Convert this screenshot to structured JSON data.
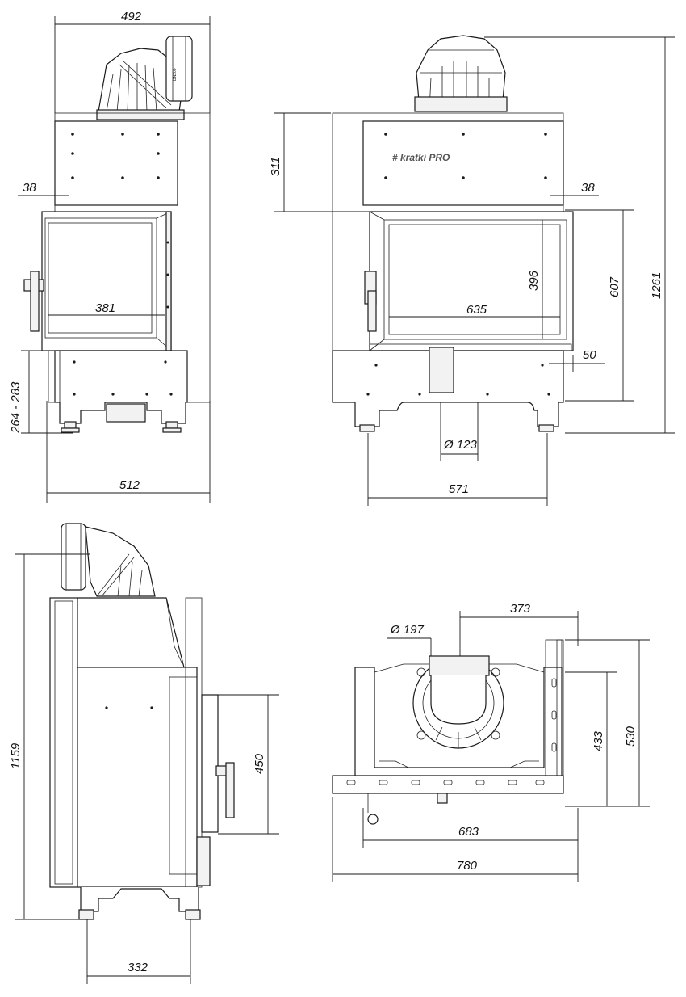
{
  "views": {
    "front_left": {
      "dims": {
        "top_width": "492",
        "side_offset": "38",
        "glass_width": "381",
        "leg_height": "264 - 283",
        "bottom_width": "512"
      }
    },
    "front_right": {
      "logo": "kratki PRO",
      "dims": {
        "hood_height": "311",
        "side_offset": "38",
        "glass_height": "396",
        "glass_width": "635",
        "door_height": "607",
        "total_height": "1261",
        "frame_offset": "50",
        "outlet_diameter": "Ø 123",
        "bottom_width": "571"
      }
    },
    "side": {
      "dims": {
        "total_height": "1159",
        "door_height": "450",
        "base_depth": "332"
      }
    },
    "top": {
      "dims": {
        "flue_diameter": "Ø 197",
        "flue_offset": "373",
        "depth_inner": "433",
        "depth_outer": "530",
        "width_inner": "683",
        "width_outer": "780"
      }
    }
  },
  "colors": {
    "line": "#1a1a1a",
    "background": "#ffffff",
    "shade": "#f2f2f2"
  }
}
